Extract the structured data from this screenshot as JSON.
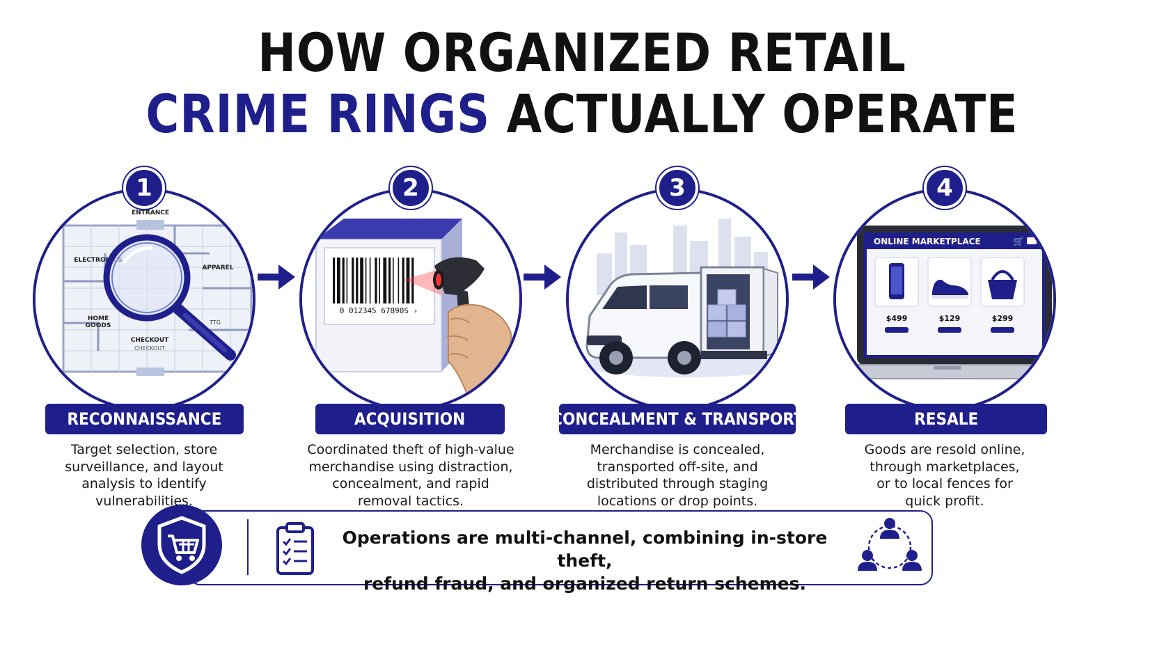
{
  "title": {
    "line1": "HOW ORGANIZED RETAIL",
    "line2_accent": "CRIME RINGS",
    "line2_rest": " ACTUALLY OPERATE"
  },
  "colors": {
    "accent": "#1f1f8c",
    "text": "#111111",
    "background": "#ffffff"
  },
  "steps": [
    {
      "number": "1",
      "label": "RECONNAISSANCE",
      "desc_lines": [
        "Target selection, store",
        "surveillance, and layout",
        "analysis to identify",
        "vulnerabilities."
      ],
      "icon": "store-floorplan-magnifier",
      "map_labels": {
        "entrance": "ENTRANCE",
        "electronics": "ELECTRONICS",
        "apparel": "APPAREL",
        "home": "HOME",
        "goods": "GOODS",
        "checkout": "CHECKOUT",
        "checkout_sign": "CHECKOUT",
        "partial": "TTG"
      }
    },
    {
      "number": "2",
      "label": "ACQUISITION",
      "desc_lines": [
        "Coordinated theft of high-value",
        "merchandise using distraction,",
        "concealment, and rapid",
        "removal tactics."
      ],
      "icon": "barcode-scanner",
      "barcode_text": "0  012345  67890S  ›"
    },
    {
      "number": "3",
      "label": "CONCEALMENT & TRANSPORT",
      "desc_lines": [
        "Merchandise is concealed,",
        "transported off-site, and",
        "distributed through staging",
        "locations or drop points."
      ],
      "icon": "cargo-van"
    },
    {
      "number": "4",
      "label": "RESALE",
      "desc_lines": [
        "Goods are resold online,",
        "through marketplaces,",
        "or to local fences for",
        "quick profit."
      ],
      "icon": "laptop-marketplace",
      "marketplace": {
        "header": "ONLINE MARKETPLACE",
        "products": [
          {
            "icon": "phone-icon",
            "price": "$499"
          },
          {
            "icon": "sneaker-icon",
            "price": "$129"
          },
          {
            "icon": "handbag-icon",
            "price": "$299"
          }
        ]
      }
    }
  ],
  "footer": {
    "lines": [
      "Operations are multi-channel, combining in-store theft,",
      "refund fraud, and organized return schemes."
    ],
    "icons": [
      "shield-cart-icon",
      "clipboard-checklist-icon",
      "people-network-icon"
    ]
  }
}
